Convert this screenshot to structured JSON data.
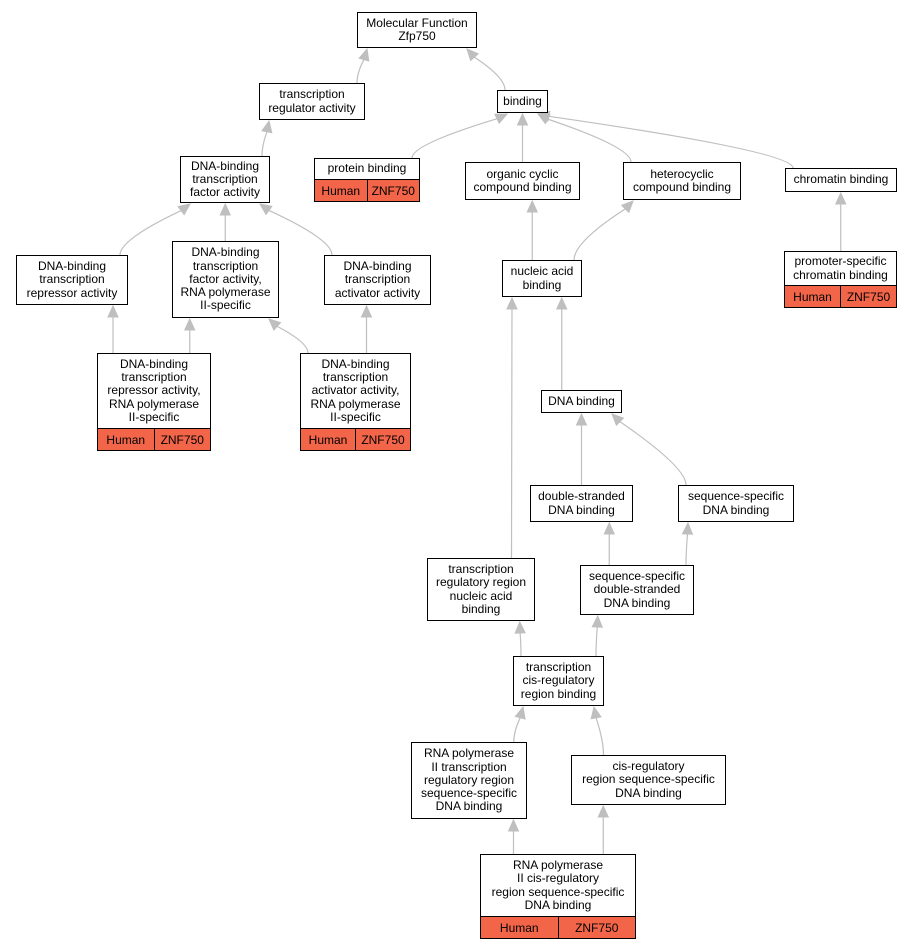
{
  "annotation_colors": {
    "box_fill": "#f26548",
    "edge": "#bfbfbf"
  },
  "nodes": {
    "root": {
      "lines": [
        "Molecular Function",
        "Zfp750"
      ]
    },
    "trreg": {
      "lines": [
        "transcription",
        "regulator activity"
      ]
    },
    "binding": {
      "lines": [
        "binding"
      ]
    },
    "dbtf": {
      "lines": [
        "DNA-binding",
        "transcription",
        "factor activity"
      ]
    },
    "protbind": {
      "lines": [
        "protein binding"
      ],
      "ann": [
        "Human",
        "ZNF750"
      ]
    },
    "orgcyc": {
      "lines": [
        "organic cyclic",
        "compound binding"
      ]
    },
    "hetcyc": {
      "lines": [
        "heterocyclic",
        "compound binding"
      ]
    },
    "chromatin": {
      "lines": [
        "chromatin binding"
      ]
    },
    "repr": {
      "lines": [
        "DNA-binding",
        "transcription",
        "repressor activity"
      ]
    },
    "dbtf2": {
      "lines": [
        "DNA-binding",
        "transcription",
        "factor activity,",
        "RNA polymerase",
        "II-specific"
      ]
    },
    "actv": {
      "lines": [
        "DNA-binding",
        "transcription",
        "activator activity"
      ]
    },
    "nucacid": {
      "lines": [
        "nucleic acid",
        "binding"
      ]
    },
    "promchrom": {
      "lines": [
        "promoter-specific",
        "chromatin binding"
      ],
      "ann": [
        "Human",
        "ZNF750"
      ]
    },
    "repr2": {
      "lines": [
        "DNA-binding",
        "transcription",
        "repressor activity,",
        "RNA polymerase",
        "II-specific"
      ],
      "ann": [
        "Human",
        "ZNF750"
      ]
    },
    "actv2": {
      "lines": [
        "DNA-binding",
        "transcription",
        "activator activity,",
        "RNA polymerase",
        "II-specific"
      ],
      "ann": [
        "Human",
        "ZNF750"
      ]
    },
    "dnabind": {
      "lines": [
        "DNA binding"
      ]
    },
    "dsdna": {
      "lines": [
        "double-stranded",
        "DNA binding"
      ]
    },
    "seqspec": {
      "lines": [
        "sequence-specific",
        "DNA binding"
      ]
    },
    "trrnab": {
      "lines": [
        "transcription",
        "regulatory region",
        "nucleic acid",
        "binding"
      ]
    },
    "ssds": {
      "lines": [
        "sequence-specific",
        "double-stranded",
        "DNA binding"
      ]
    },
    "tcis": {
      "lines": [
        "transcription",
        "cis-regulatory",
        "region binding"
      ]
    },
    "rnap2": {
      "lines": [
        "RNA polymerase",
        "II transcription",
        "regulatory region",
        "sequence-specific",
        "DNA binding"
      ]
    },
    "cisreg": {
      "lines": [
        "cis-regulatory",
        "region sequence-specific",
        "DNA binding"
      ]
    },
    "rnap2cis": {
      "lines": [
        "RNA polymerase",
        "II cis-regulatory",
        "region sequence-specific",
        "DNA binding"
      ],
      "ann": [
        "Human",
        "ZNF750"
      ]
    }
  },
  "edges": [
    [
      "trreg",
      "root"
    ],
    [
      "binding",
      "root"
    ],
    [
      "dbtf",
      "trreg"
    ],
    [
      "protbind",
      "binding"
    ],
    [
      "orgcyc",
      "binding"
    ],
    [
      "hetcyc",
      "binding"
    ],
    [
      "chromatin",
      "binding"
    ],
    [
      "repr",
      "dbtf"
    ],
    [
      "dbtf2",
      "dbtf"
    ],
    [
      "actv",
      "dbtf"
    ],
    [
      "nucacid",
      "orgcyc"
    ],
    [
      "nucacid",
      "hetcyc"
    ],
    [
      "promchrom",
      "chromatin"
    ],
    [
      "repr2",
      "repr"
    ],
    [
      "repr2",
      "dbtf2"
    ],
    [
      "actv2",
      "dbtf2"
    ],
    [
      "actv2",
      "actv"
    ],
    [
      "dnabind",
      "nucacid"
    ],
    [
      "trrnab",
      "nucacid"
    ],
    [
      "dsdna",
      "dnabind"
    ],
    [
      "seqspec",
      "dnabind"
    ],
    [
      "ssds",
      "dsdna"
    ],
    [
      "ssds",
      "seqspec"
    ],
    [
      "tcis",
      "trrnab"
    ],
    [
      "tcis",
      "ssds"
    ],
    [
      "rnap2",
      "tcis"
    ],
    [
      "cisreg",
      "tcis"
    ],
    [
      "rnap2cis",
      "rnap2"
    ],
    [
      "rnap2cis",
      "cisreg"
    ]
  ]
}
